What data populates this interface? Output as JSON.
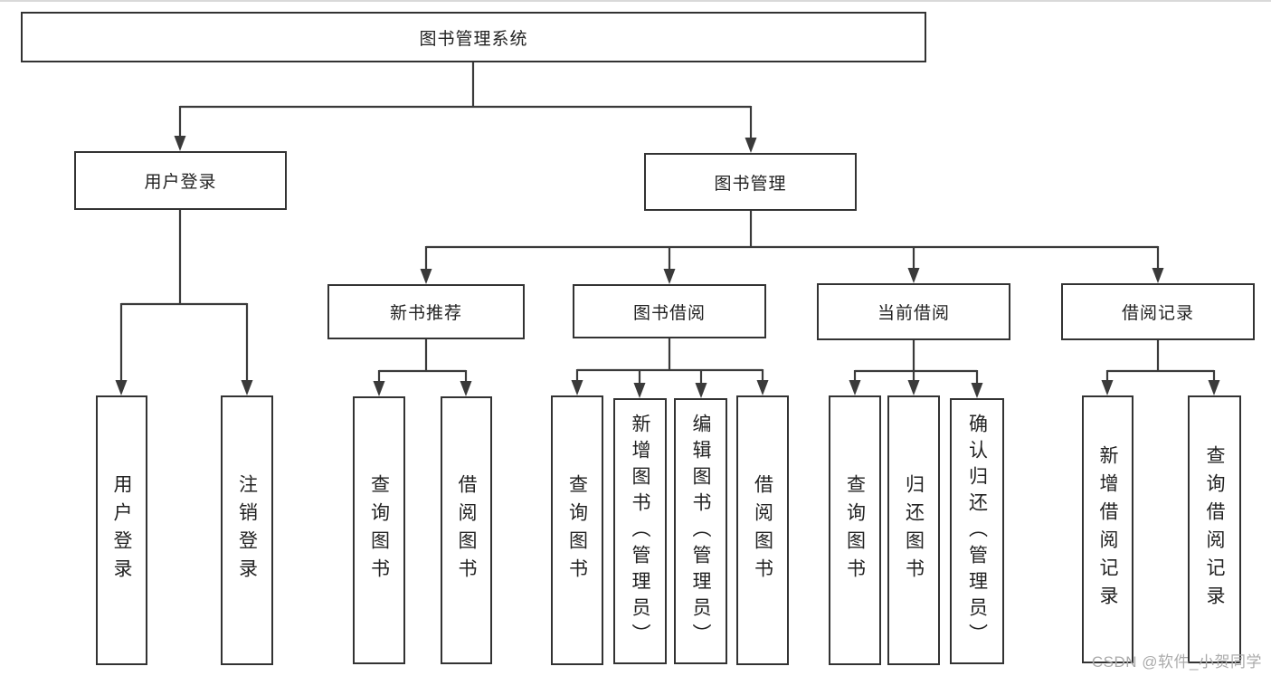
{
  "diagram": {
    "root": "图书管理系统",
    "level2": [
      {
        "id": "user-login",
        "label": "用户登录"
      },
      {
        "id": "book-management",
        "label": "图书管理"
      }
    ],
    "level3": [
      {
        "id": "new-book-recommend",
        "label": "新书推荐"
      },
      {
        "id": "book-borrowing",
        "label": "图书借阅"
      },
      {
        "id": "current-borrowing",
        "label": "当前借阅"
      },
      {
        "id": "borrowing-records",
        "label": "借阅记录"
      }
    ],
    "leaves": {
      "user_login": [
        "用户登录",
        "注销登录"
      ],
      "new_book_recommend": [
        "查询图书",
        "借阅图书"
      ],
      "book_borrowing": [
        "查询图书",
        "新增图书（管理员）",
        "编辑图书（管理员）",
        "借阅图书"
      ],
      "current_borrowing": [
        "查询图书",
        "归还图书",
        "确认归还（管理员）"
      ],
      "borrowing_records": [
        "新增借阅记录",
        "查询借阅记录"
      ]
    }
  },
  "watermark": "CSDN @软件_小贺同学",
  "colors": {
    "line": "#3a3a3a",
    "border": "#333333",
    "text": "#222222",
    "watermark": "#ababab",
    "background": "#ffffff"
  }
}
